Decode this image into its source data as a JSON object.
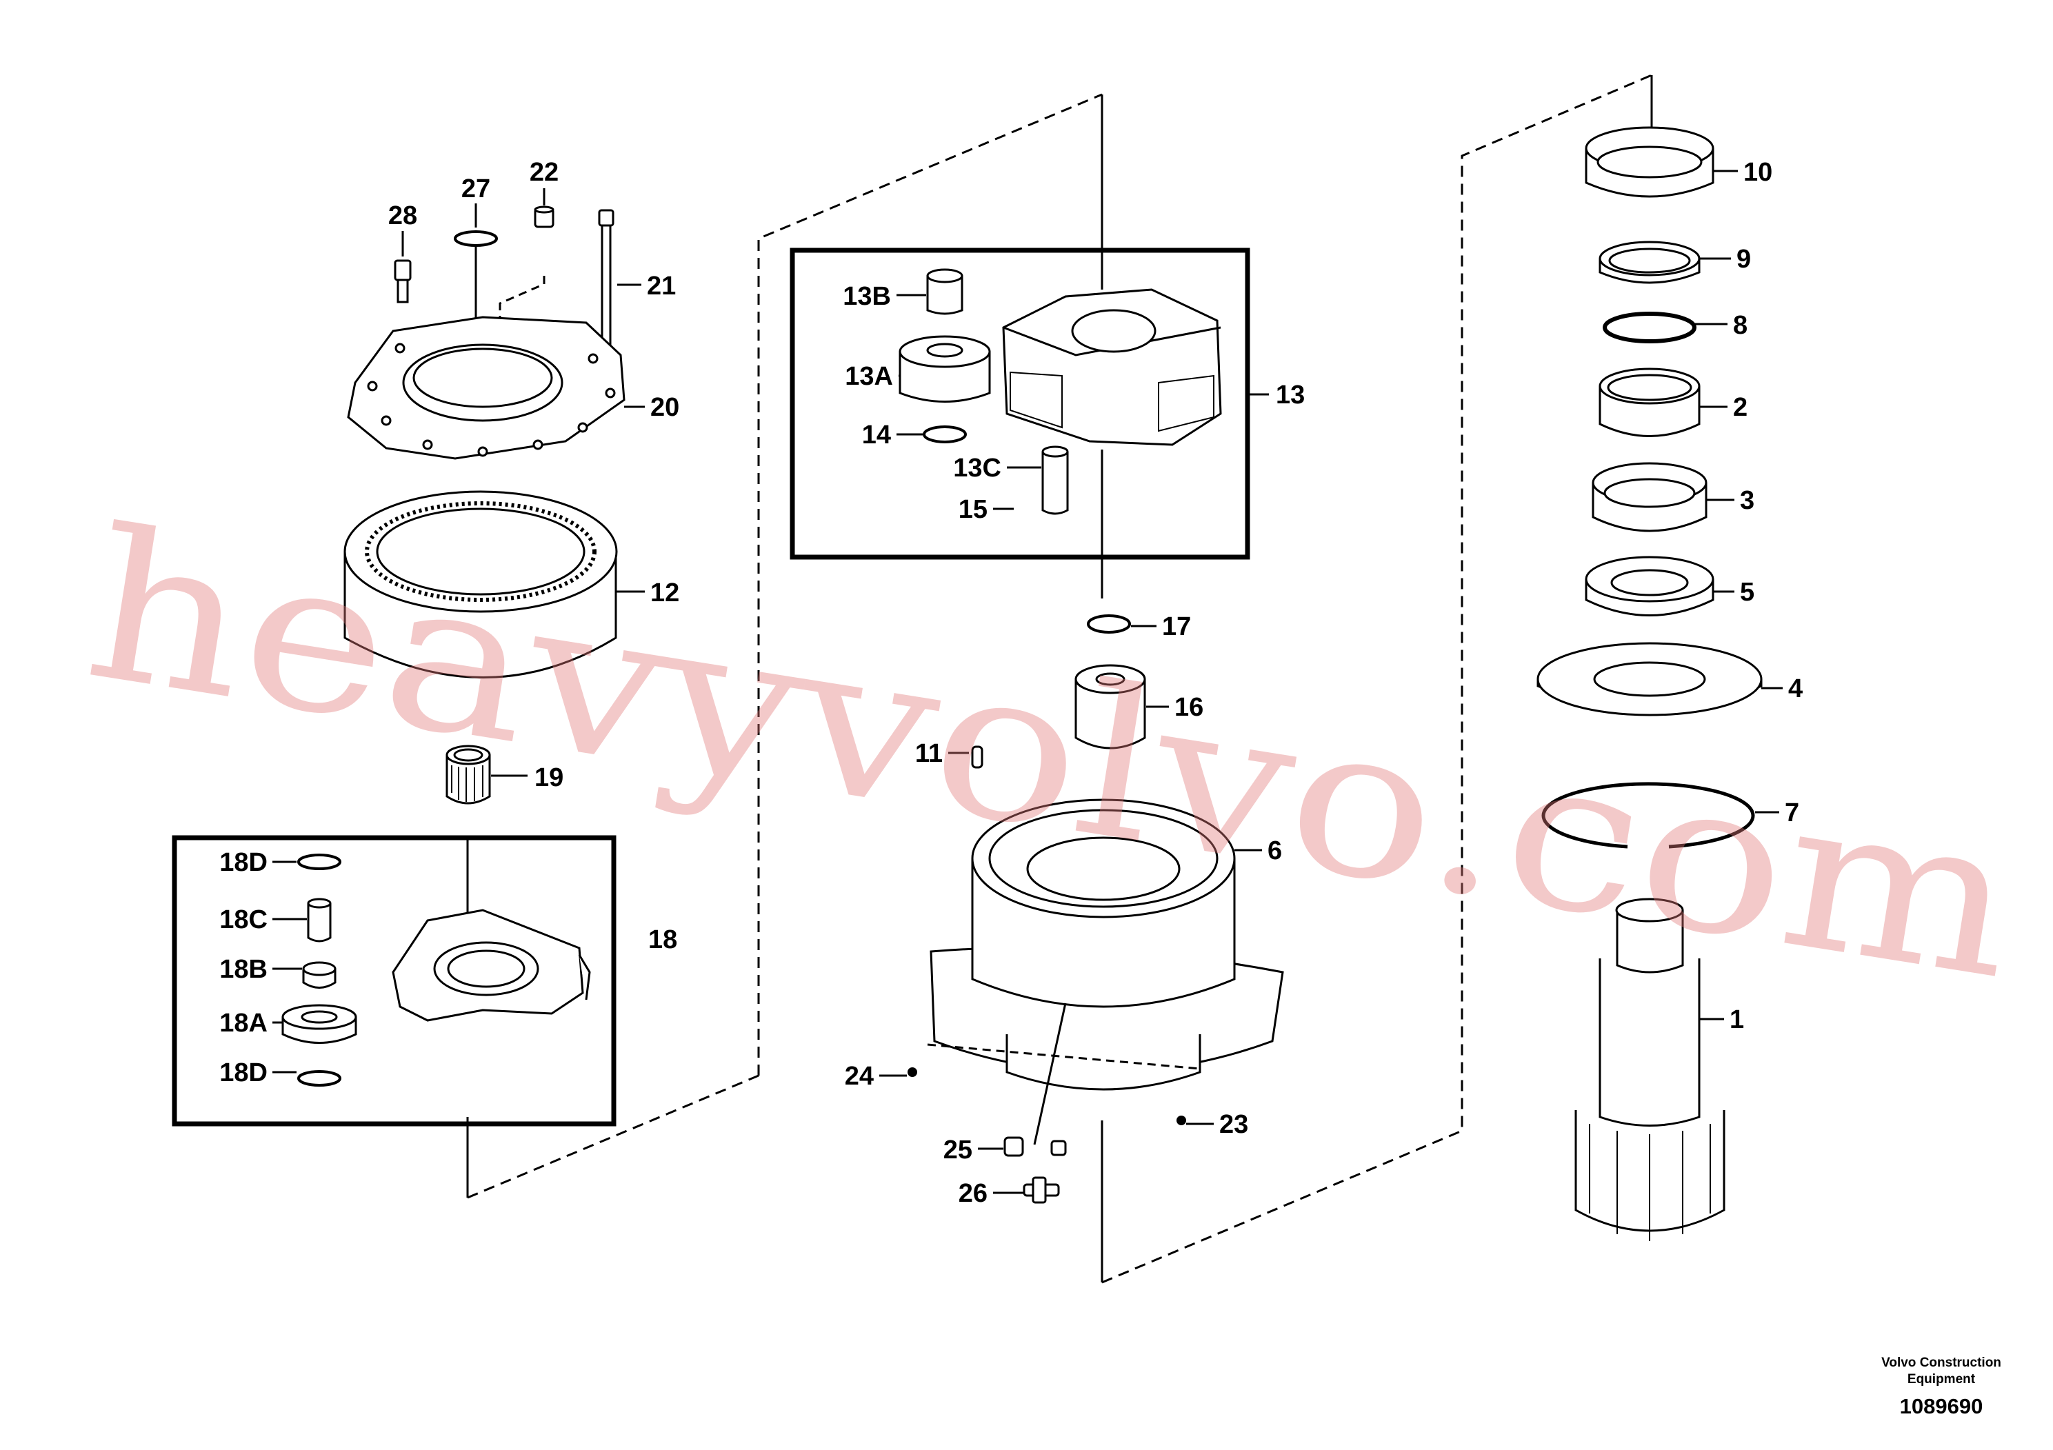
{
  "watermark": "heavyvolvo.com",
  "footer": {
    "company_line1": "Volvo Construction",
    "company_line2": "Equipment",
    "drawing_number": "1089690"
  },
  "callouts": {
    "c28": "28",
    "c27": "27",
    "c22": "22",
    "c21": "21",
    "c20": "20",
    "c12": "12",
    "c19": "19",
    "c18D_top": "18D",
    "c18C": "18C",
    "c18B": "18B",
    "c18A": "18A",
    "c18D_bottom": "18D",
    "c18": "18",
    "c13B": "13B",
    "c13A": "13A",
    "c14": "14",
    "c13C": "13C",
    "c15": "15",
    "c13": "13",
    "c17": "17",
    "c16": "16",
    "c11": "11",
    "c6": "6",
    "c24": "24",
    "c23": "23",
    "c25": "25",
    "c26": "26",
    "c10": "10",
    "c9": "9",
    "c8": "8",
    "c2": "2",
    "c3": "3",
    "c5": "5",
    "c4": "4",
    "c7": "7",
    "c1": "1"
  }
}
